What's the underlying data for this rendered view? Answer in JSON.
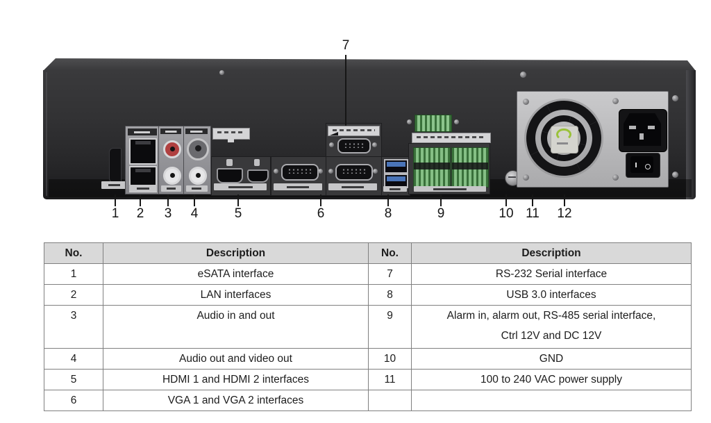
{
  "figure": {
    "callouts": [
      "1",
      "2",
      "3",
      "4",
      "5",
      "6",
      "7",
      "8",
      "9",
      "10",
      "11",
      "12"
    ]
  },
  "table": {
    "header": {
      "no": "No.",
      "description": "Description"
    },
    "left_rows": [
      {
        "no": "1",
        "description": "eSATA interface"
      },
      {
        "no": "2",
        "description": "LAN interfaces"
      },
      {
        "no": "3",
        "description": "Audio in and out"
      },
      {
        "no": "4",
        "description": "Audio out and video out"
      },
      {
        "no": "5",
        "description": "HDMI 1 and HDMI 2 interfaces"
      },
      {
        "no": "6",
        "description": "VGA 1 and VGA 2 interfaces"
      }
    ],
    "right_rows": [
      {
        "no": "7",
        "description": "RS-232 Serial interface"
      },
      {
        "no": "8",
        "description": "USB 3.0 interfaces"
      },
      {
        "no": "9",
        "description": "Alarm in, alarm out, RS-485 serial interface,",
        "description_line2": "Ctrl 12V and DC 12V"
      },
      {
        "no": "10",
        "description": "GND"
      },
      {
        "no": "11",
        "description": "100 to 240 VAC power supply"
      },
      {
        "no": "",
        "description": ""
      }
    ]
  },
  "colors": {
    "table_header_bg": "#d9d9d9",
    "table_border": "#7f7f7f",
    "chassis_dark": "#2e2e30",
    "psu_gray": "#bcbcbe",
    "terminal_green": "#7ab27a",
    "usb_blue": "#4a74b8",
    "rca_red": "#b04040"
  }
}
